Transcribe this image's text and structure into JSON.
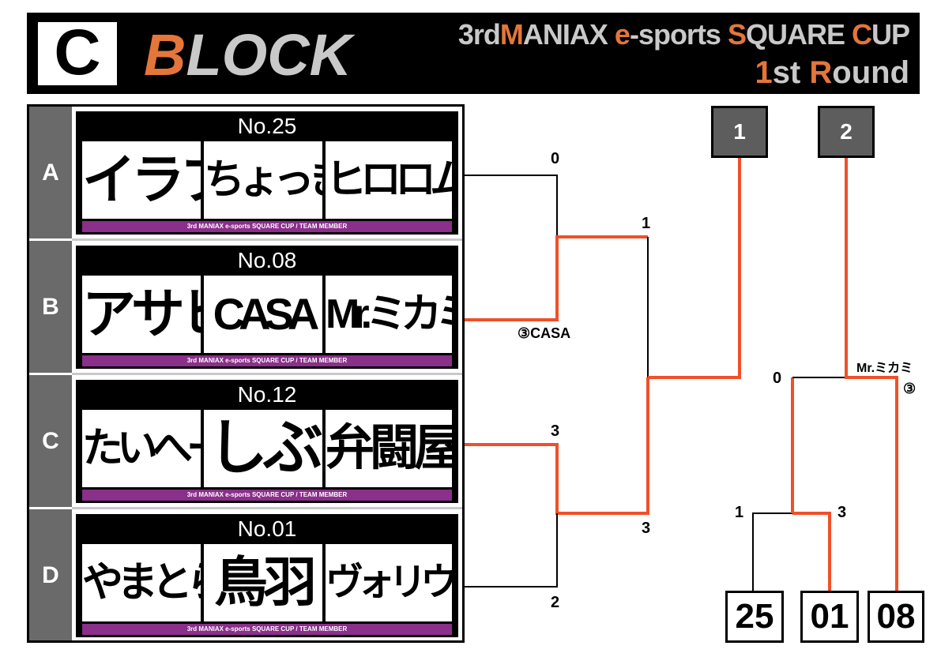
{
  "header": {
    "block_letter": "C",
    "block_word_first": "B",
    "block_word_rest": "LOCK",
    "cup_line_parts": [
      "3rd",
      "M",
      "ANIAX ",
      "e",
      "-sports ",
      "S",
      "QUARE ",
      "C",
      "UP"
    ],
    "round_line_parts": [
      "1",
      "st ",
      "R",
      "ound"
    ]
  },
  "teams": [
    {
      "row": "A",
      "number": "No.25",
      "members": [
        "イラブ",
        "ちょっきん",
        "ヒロロムラ"
      ],
      "strip": "3rd MANIAX e-sports SQUARE CUP / TEAM MEMBER"
    },
    {
      "row": "B",
      "number": "No.08",
      "members": [
        "アサヒ",
        "CASA",
        "Mr.ミカミ"
      ],
      "strip": "3rd MANIAX e-sports SQUARE CUP / TEAM MEMBER"
    },
    {
      "row": "C",
      "number": "No.12",
      "members": [
        "たいへー",
        "しぶ",
        "弁闘屋"
      ],
      "strip": "3rd MANIAX e-sports SQUARE CUP / TEAM MEMBER"
    },
    {
      "row": "D",
      "number": "No.01",
      "members": [
        "やまとら",
        "鳥羽",
        "ヴォリウム"
      ],
      "strip": "3rd MANIAX e-sports SQUARE CUP / TEAM MEMBER"
    }
  ],
  "bracket": {
    "scores": {
      "a_vs_b_top": "0",
      "semi1_top": "1",
      "winner_b_label": "③CASA",
      "c_vs_d_top": "3",
      "semi1_bottom": "3",
      "c_vs_d_bottom": "2",
      "final_left": "0",
      "final_winner_label": "Mr.ミカミ",
      "final_winner_seed": "③",
      "semi2_left": "1",
      "semi2_right": "3"
    },
    "ranks": [
      "1",
      "2"
    ],
    "seeds": [
      "25",
      "01",
      "08"
    ],
    "colors": {
      "win_line": "#f0502a",
      "lose_line": "#000000"
    }
  }
}
